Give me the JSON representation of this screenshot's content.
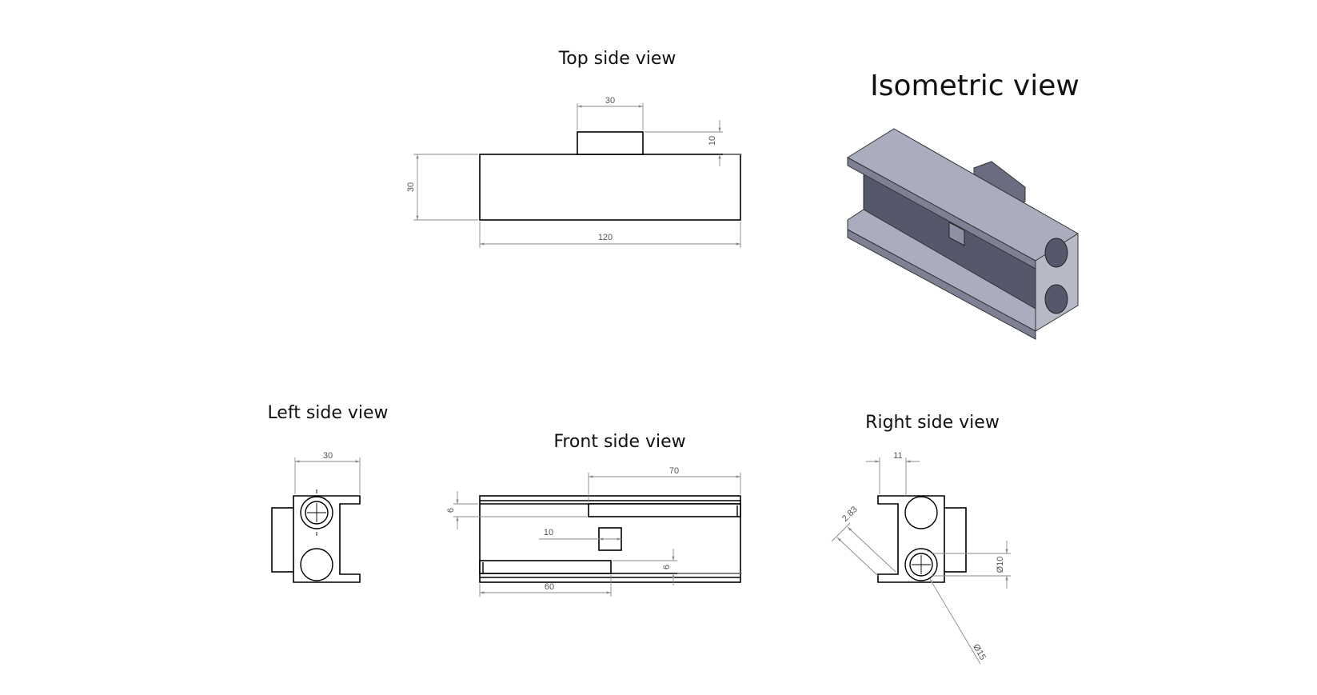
{
  "views": {
    "top": {
      "title": "Top side view",
      "dims": {
        "boss_width": "30",
        "boss_height": "10",
        "height": "30",
        "length": "120"
      }
    },
    "isometric": {
      "title": "Isometric view"
    },
    "left": {
      "title": "Left side view",
      "dims": {
        "width": "30"
      }
    },
    "front": {
      "title": "Front side view",
      "dims": {
        "upper_slot_length": "70",
        "upper_slot_depth": "6",
        "window": "10",
        "lower_slot_depth": "6",
        "lower_slot_length": "60"
      }
    },
    "right": {
      "title": "Right side view",
      "dims": {
        "offset": "11",
        "chamfer": "2.83",
        "bore": "Ø10",
        "counterbore": "Ø15"
      }
    }
  },
  "colors": {
    "line": "#000000",
    "dimension": "#8a8a8a",
    "iso_top": "#a9adbd",
    "iso_front": "#55586a",
    "iso_end": "#b6b9c6"
  }
}
